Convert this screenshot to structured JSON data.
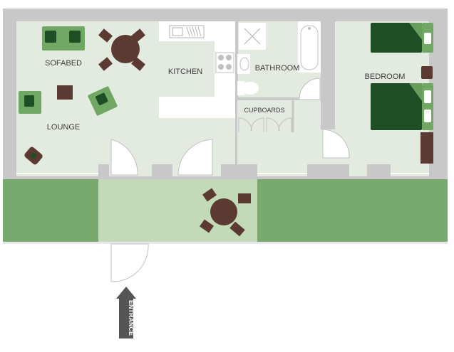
{
  "labels": {
    "sofabed": "SOFABED",
    "lounge": "LOUNGE",
    "kitchen": "KITCHEN",
    "bathroom": "BATHROOM",
    "cupboards": "CUPBOARDS",
    "bedroom": "BEDROOM",
    "entrance": "ENTRANCE"
  },
  "colors": {
    "wall": "#c8c8c8",
    "floor": "#e3ebe1",
    "garden": "#78a96f",
    "patio": "#c3dab9",
    "furniture_light": "#6fa763",
    "furniture_dark": "#1f4d24",
    "wood": "#5a3a31",
    "fixture": "#ffffff",
    "arrow": "#555555"
  }
}
